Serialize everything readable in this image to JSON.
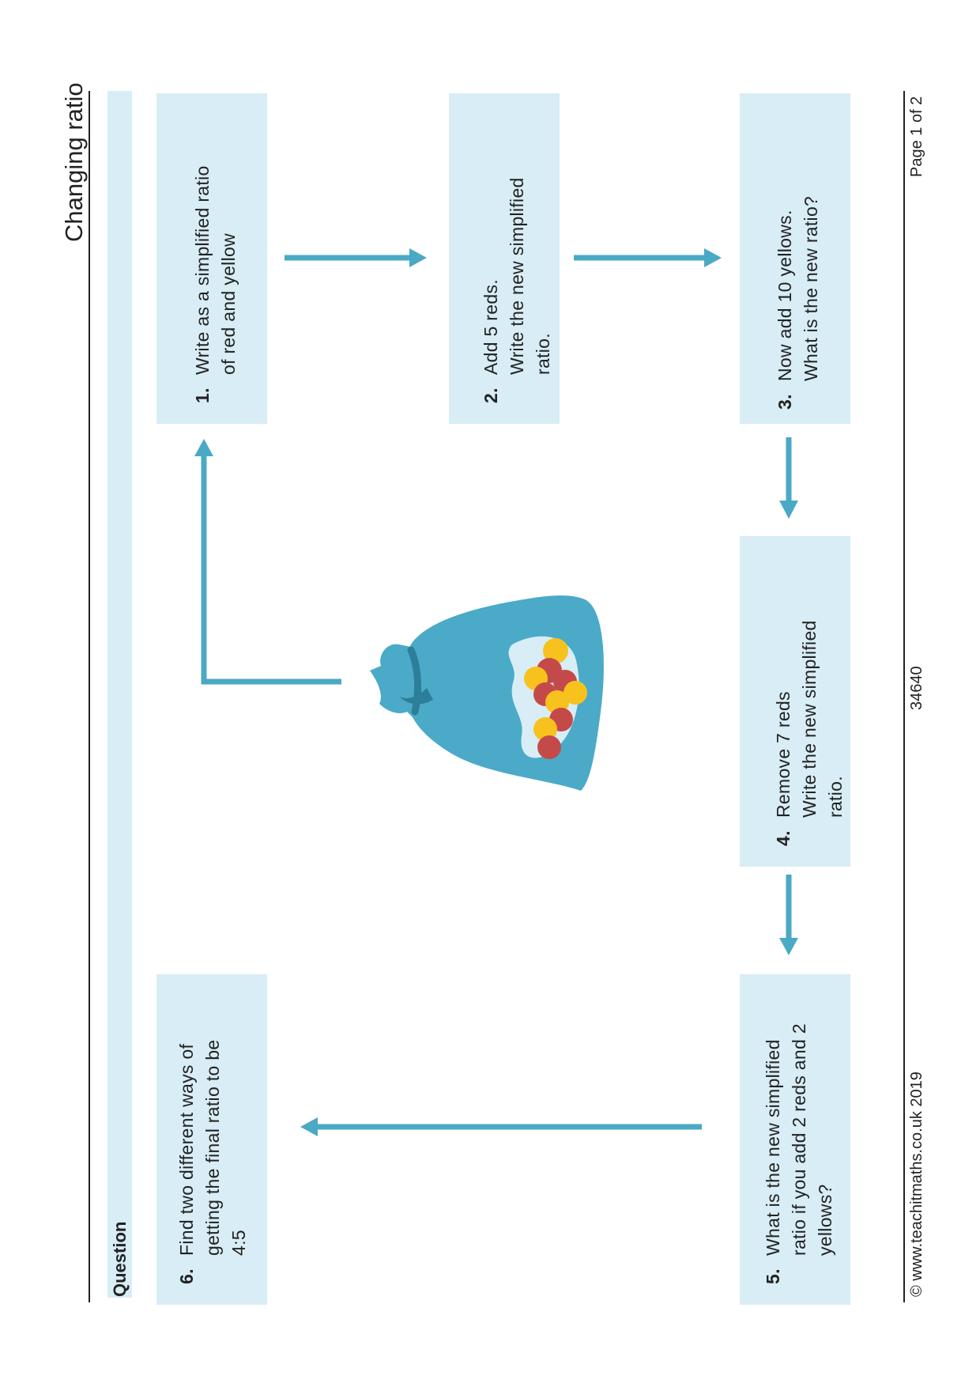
{
  "header": {
    "title": "Changing ratio"
  },
  "question_bar": {
    "label": "Question"
  },
  "steps": [
    {
      "number": "1.",
      "text": "Write as a simplified ratio\nof red and yellow"
    },
    {
      "number": "2.",
      "text": "Add 5 reds.\nWrite the new simplified\nratio."
    },
    {
      "number": "3.",
      "text": "Now add 10 yellows.\nWhat is the new ratio?"
    },
    {
      "number": "4.",
      "text": "Remove 7 reds\nWrite the new simplified\nratio."
    },
    {
      "number": "5.",
      "text": "What is the new simplified\nratio if you add 2 reds and 2\nyellows?"
    },
    {
      "number": "6.",
      "text": "Find two different ways of\ngetting the final ratio to be\n4:5"
    }
  ],
  "footer": {
    "copyright": "© www.teachitmaths.co.uk 2019",
    "code": "34640",
    "page": "Page 1 of 2"
  },
  "colors": {
    "box_fill": "#d8edf5",
    "arrow": "#4aa9c4",
    "bag": "#4aaac8",
    "red": "#c44a4a",
    "yellow": "#f7c21e"
  },
  "icons": [
    "bag-of-counters-icon",
    "arrow-icon"
  ]
}
